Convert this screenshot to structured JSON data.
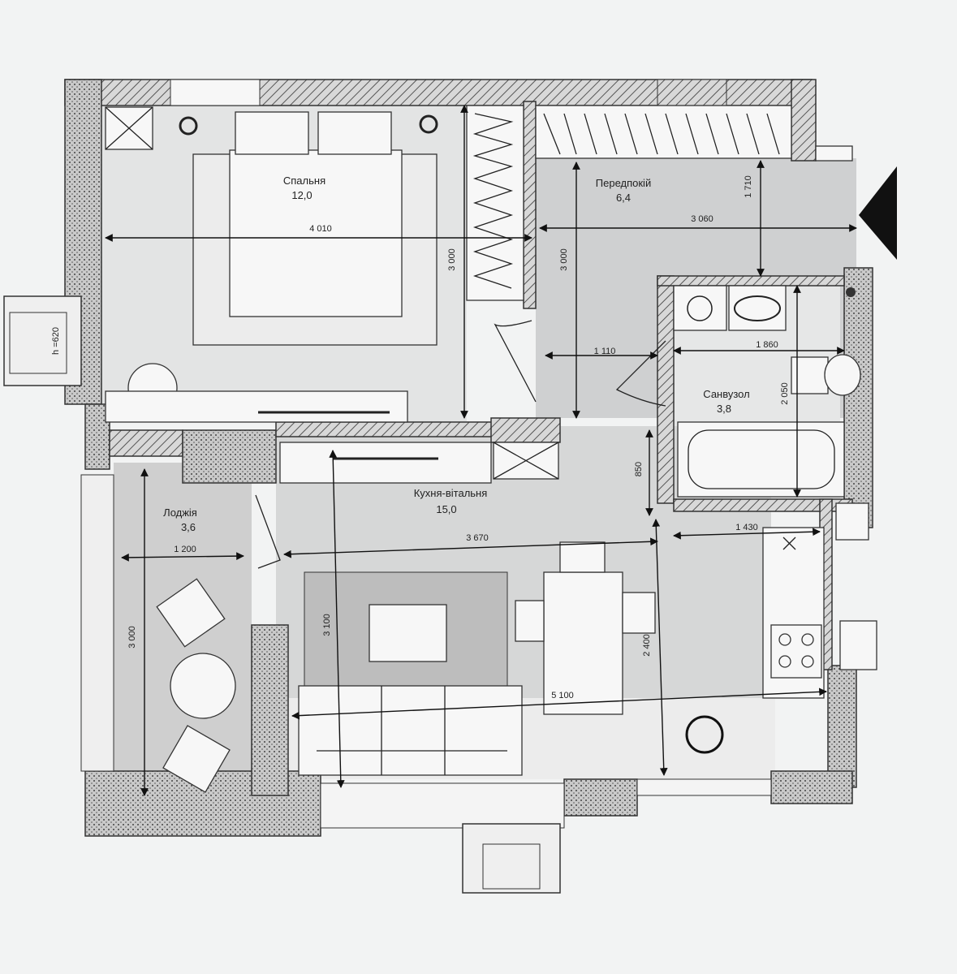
{
  "rooms": {
    "bedroom": {
      "name": "Спальня",
      "area": "12,0"
    },
    "hallway": {
      "name": "Передпокій",
      "area": "6,4"
    },
    "bathroom": {
      "name": "Санвузол",
      "area": "3,8"
    },
    "loggia": {
      "name": "Лоджія",
      "area": "3,6"
    },
    "kitchen": {
      "name": "Кухня-вітальня",
      "area": "15,0"
    }
  },
  "dimensions": {
    "bedroom_width": "4 010",
    "bedroom_depth": "3 000",
    "hall_width": "3 060",
    "hall_depth": "3 000",
    "hall_top": "1 710",
    "hall_narrow": "1 110",
    "bath_width": "1 860",
    "bath_depth": "2 050",
    "kitchen_top": "850",
    "kitchen_mid": "3 670",
    "kitchen_side": "1 430",
    "loggia_width": "1 200",
    "loggia_depth": "3 000",
    "living_depth": "3 100",
    "kitchen_depth": "2 400",
    "total_width": "5 100",
    "window_height": "h =620"
  }
}
